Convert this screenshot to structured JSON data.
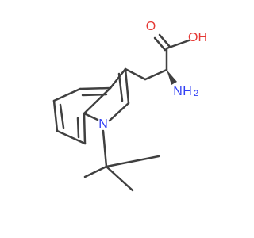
{
  "molecule": {
    "atoms": {
      "oxygen_carbonyl": {
        "text": "O",
        "color": "#e53935"
      },
      "hydroxyl": {
        "text": "OH",
        "color": "#e53935"
      },
      "amine_n": {
        "text": "N",
        "color": "#2f3ef5"
      },
      "amine_h2": {
        "text": "H",
        "color": "#2f3ef5"
      },
      "ring_n": {
        "text": "N",
        "color": "#2f3ef5"
      }
    },
    "colors": {
      "bond": "#404040",
      "background": "#ffffff"
    }
  }
}
